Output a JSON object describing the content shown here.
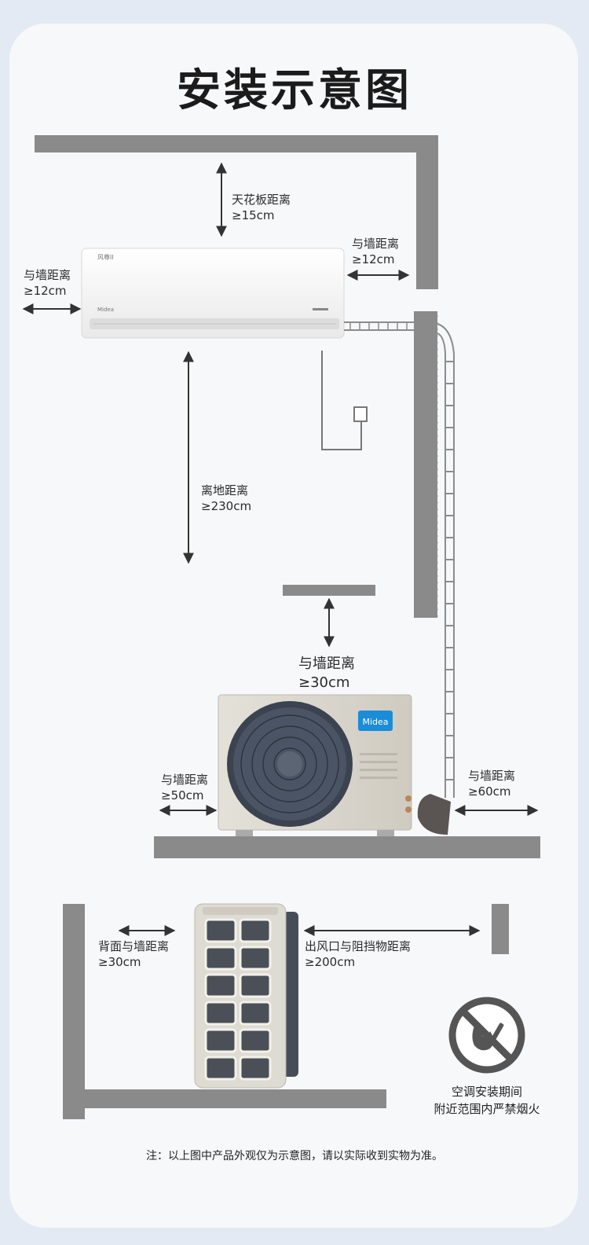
{
  "title": "安装示意图",
  "indoor_unit": {
    "brand_top": "风尊II",
    "brand_bottom": "Midea",
    "ceiling": {
      "label": "天花板距离",
      "value": "≥15cm"
    },
    "wall_left": {
      "label": "与墙距离",
      "value": "≥12cm"
    },
    "wall_right": {
      "label": "与墙距离",
      "value": "≥12cm"
    },
    "floor": {
      "label": "离地距离",
      "value": "≥230cm"
    }
  },
  "outdoor_unit": {
    "brand": "Midea",
    "top": {
      "label": "与墙距离",
      "value": "≥30cm"
    },
    "left": {
      "label": "与墙距离",
      "value": "≥50cm"
    },
    "right": {
      "label": "与墙距离",
      "value": "≥60cm"
    }
  },
  "side_view": {
    "back": {
      "label": "背面与墙距离",
      "value": "≥30cm"
    },
    "front": {
      "label": "出风口与阻挡物距离",
      "value": "≥200cm"
    }
  },
  "fire_warning": {
    "line1": "空调安装期间",
    "line2": "附近范围内严禁烟火",
    "icon": "no-fire-icon"
  },
  "note": "注：以上图中产品外观仅为示意图，请以实际收到实物为准。",
  "colors": {
    "wall": "#8a8a8a",
    "arrow": "#333333",
    "unit_body": "#f4f4f4",
    "outdoor_body": "#dad6cc",
    "logo_blue": "#1a8cd8"
  }
}
